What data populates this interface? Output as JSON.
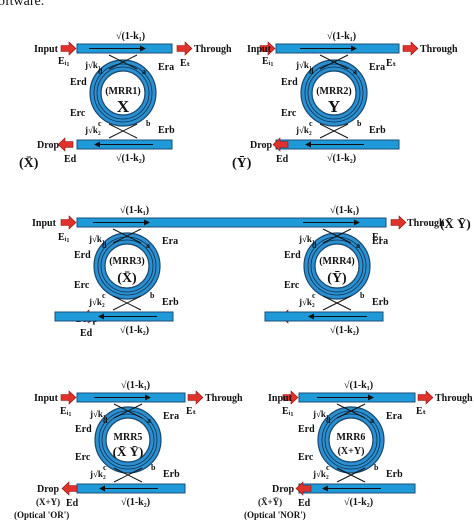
{
  "fragment_text": "oftware.",
  "colors": {
    "waveguide_fill": "#1f9ad8",
    "waveguide_stroke": "#1a4f7a",
    "ring_fill": "#2b8fd0",
    "ring_stroke": "#17486f",
    "arrow": "#e0312b",
    "text": "#111111",
    "flow": "#111111"
  },
  "labels": {
    "input": "Input",
    "through": "Through",
    "drop": "Drop",
    "ei1": "Eᵢ₁",
    "et": "Eₜ",
    "ed": "Ed",
    "era": "Era",
    "erb": "Erb",
    "erc": "Erc",
    "erd": "Erd",
    "a": "a",
    "b": "b",
    "c": "c",
    "d": "d",
    "jk1": "j√k₁",
    "jk2": "j√k₂",
    "sqrt1mk1": "√(1-k₁)",
    "sqrt1mk2": "√(1-k₂)"
  },
  "rings": {
    "mrr1": {
      "name": "(MRR1)",
      "symbol": "X",
      "drop_output": "(X̄)"
    },
    "mrr2": {
      "name": "(MRR2)",
      "symbol": "Y",
      "drop_output": "(Ȳ)"
    },
    "mrr3": {
      "name": "(MRR3)",
      "symbol": "(X̄)"
    },
    "mrr4": {
      "name": "(MRR4)",
      "symbol": "(Ȳ)"
    },
    "mrr5": {
      "name": "MRR5",
      "symbol": "(X̄ Ȳ)",
      "drop_output": "(X+Y)",
      "caption": "(Optical 'OR')"
    },
    "mrr6": {
      "name": "MRR6",
      "symbol": "(X+Y)",
      "drop_output": "(X̄+Ȳ)",
      "caption": "(Optical 'NOR')"
    }
  },
  "middle": {
    "through_output": "(X̄ Ȳ)"
  }
}
